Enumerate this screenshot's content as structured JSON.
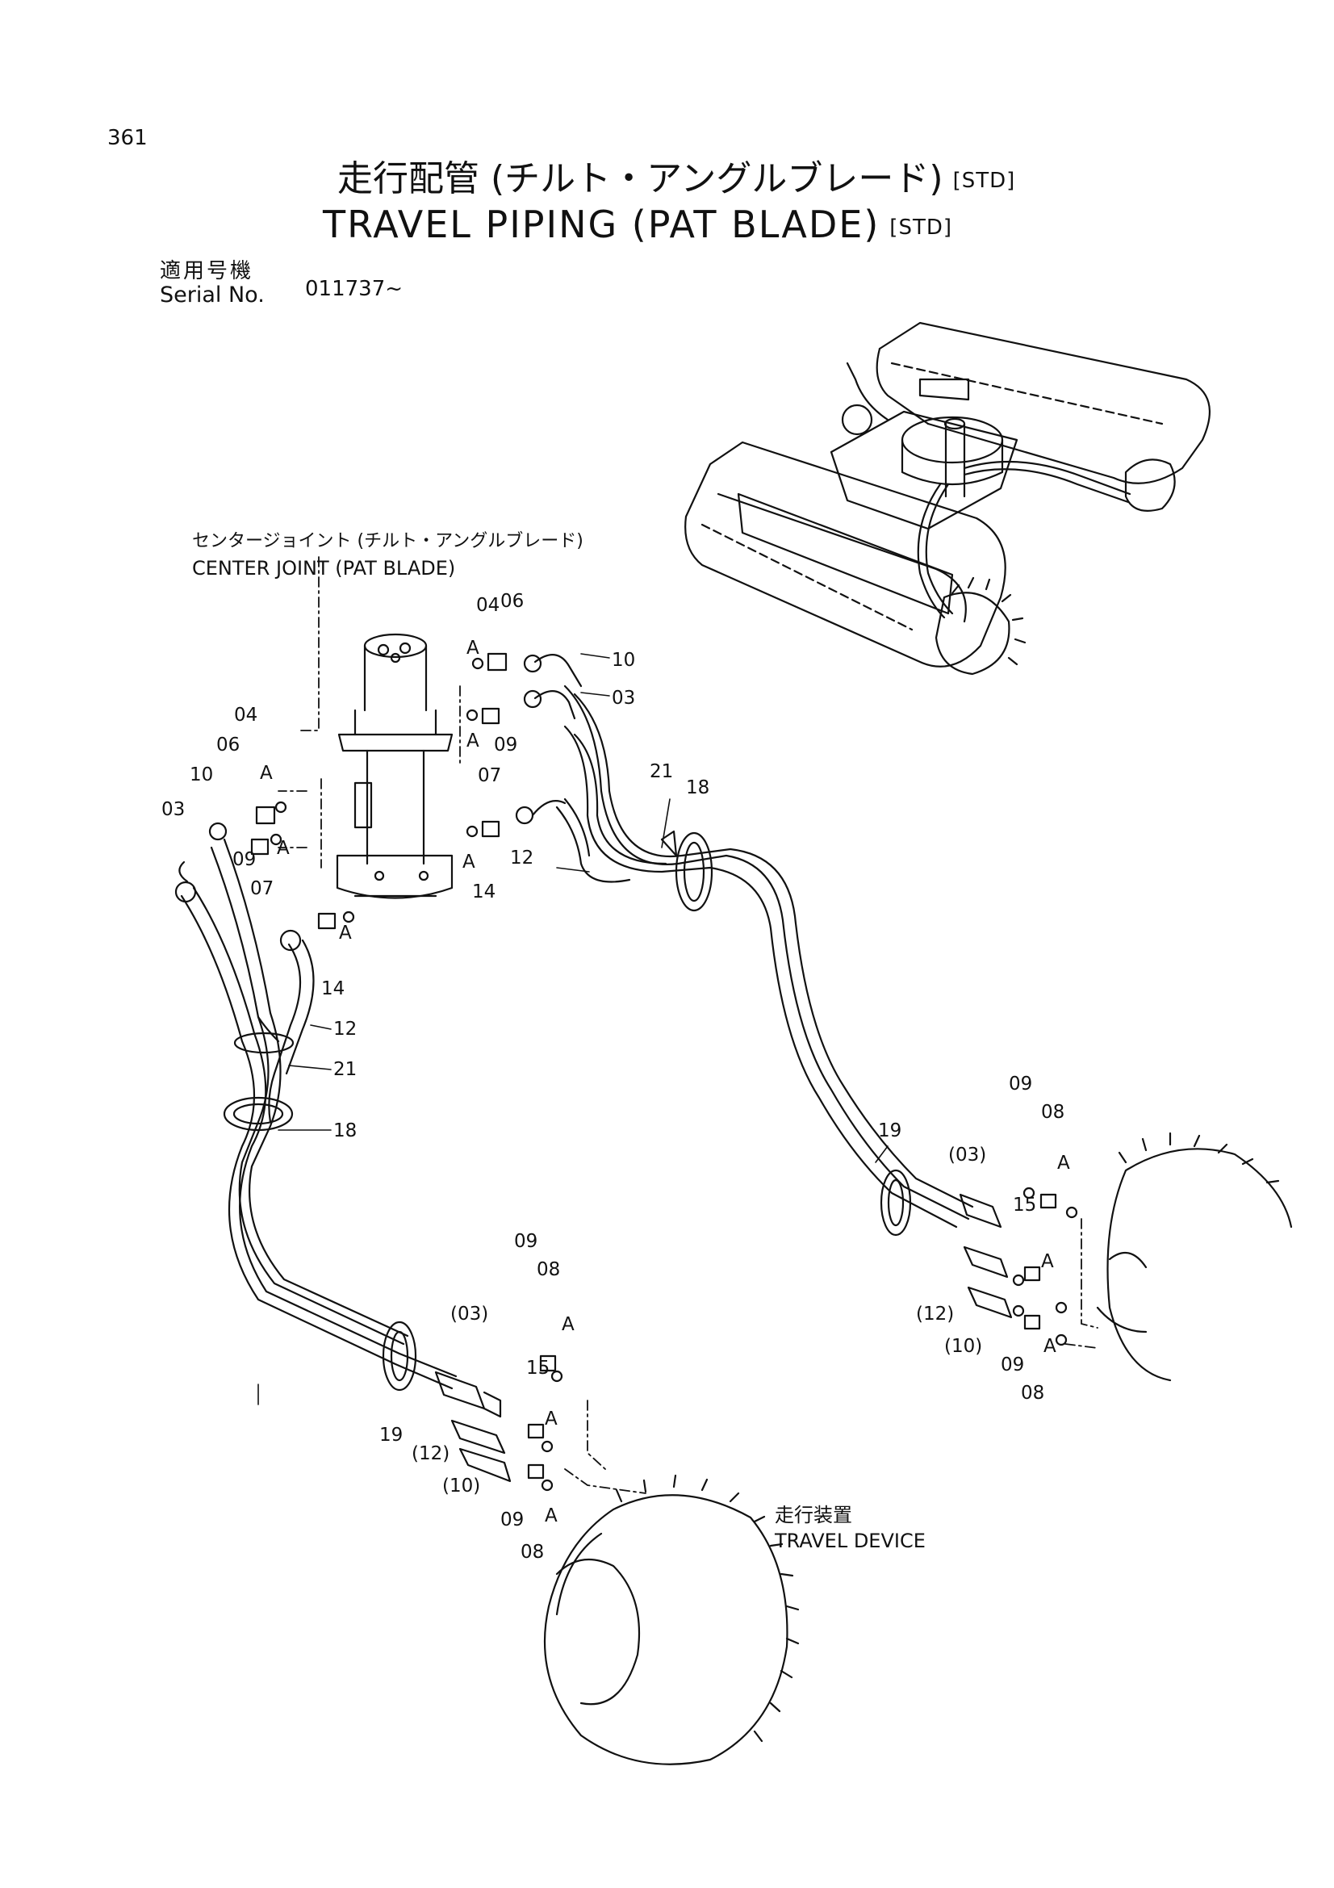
{
  "page": {
    "number": "361"
  },
  "title": {
    "jp": "走行配管  (チルト・アングルブレード)",
    "en": "TRAVEL PIPING (PAT BLADE)",
    "tag": "[STD]"
  },
  "serial": {
    "label_jp": "適用号機",
    "label_en": "Serial No.",
    "value": "011737~"
  },
  "labels": {
    "center_joint_jp": "センタージョイント (チルト・アングルブレード)",
    "center_joint_en": "CENTER JOINT (PAT BLADE)",
    "travel_device_jp": "走行装置",
    "travel_device_en": "TRAVEL DEVICE"
  },
  "callouts": [
    {
      "id": "c1",
      "text": "04"
    },
    {
      "id": "c2",
      "text": "06"
    },
    {
      "id": "c3",
      "text": "10"
    },
    {
      "id": "c4",
      "text": "03"
    },
    {
      "id": "c5",
      "text": "A"
    },
    {
      "id": "c6",
      "text": "A"
    },
    {
      "id": "c7",
      "text": "09"
    },
    {
      "id": "c8",
      "text": "07"
    },
    {
      "id": "c9",
      "text": "04"
    },
    {
      "id": "c10",
      "text": "06"
    },
    {
      "id": "c11",
      "text": "A"
    },
    {
      "id": "c12",
      "text": "10"
    },
    {
      "id": "c13",
      "text": "03"
    },
    {
      "id": "c14",
      "text": "09"
    },
    {
      "id": "c15",
      "text": "A"
    },
    {
      "id": "c16",
      "text": "07"
    },
    {
      "id": "c17",
      "text": "21"
    },
    {
      "id": "c18",
      "text": "18"
    },
    {
      "id": "c19",
      "text": "12"
    },
    {
      "id": "c20",
      "text": "A"
    },
    {
      "id": "c21",
      "text": "14"
    },
    {
      "id": "c22",
      "text": "A"
    },
    {
      "id": "c23",
      "text": "14"
    },
    {
      "id": "c24",
      "text": "12"
    },
    {
      "id": "c25",
      "text": "21"
    },
    {
      "id": "c26",
      "text": "18"
    },
    {
      "id": "c27",
      "text": "09"
    },
    {
      "id": "c28",
      "text": "08"
    },
    {
      "id": "c29",
      "text": "19"
    },
    {
      "id": "c30",
      "text": "(03)"
    },
    {
      "id": "c31",
      "text": "A"
    },
    {
      "id": "c32",
      "text": "15"
    },
    {
      "id": "c33",
      "text": "A"
    },
    {
      "id": "c34",
      "text": "(12)"
    },
    {
      "id": "c35",
      "text": "(10)"
    },
    {
      "id": "c36",
      "text": "09"
    },
    {
      "id": "c37",
      "text": "A"
    },
    {
      "id": "c38",
      "text": "08"
    },
    {
      "id": "c39",
      "text": "09"
    },
    {
      "id": "c40",
      "text": "08"
    },
    {
      "id": "c41",
      "text": "(03)"
    },
    {
      "id": "c42",
      "text": "A"
    },
    {
      "id": "c43",
      "text": "15"
    },
    {
      "id": "c44",
      "text": "19"
    },
    {
      "id": "c45",
      "text": "(12)"
    },
    {
      "id": "c46",
      "text": "A"
    },
    {
      "id": "c47",
      "text": "(10)"
    },
    {
      "id": "c48",
      "text": "09"
    },
    {
      "id": "c49",
      "text": "A"
    },
    {
      "id": "c50",
      "text": "08"
    }
  ]
}
